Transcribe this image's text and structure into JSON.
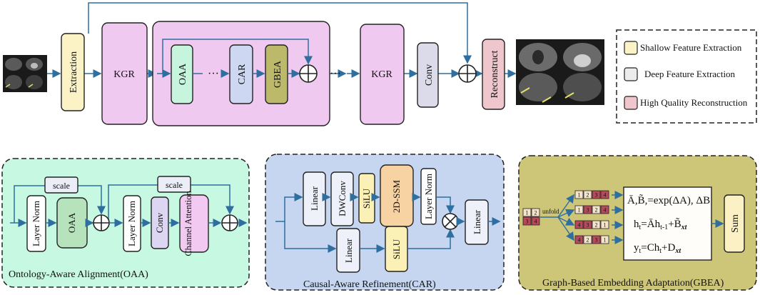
{
  "top": {
    "extraction": "Extraction",
    "kgr1": "KGR",
    "oaa": "OAA",
    "ellipsis1": "···",
    "car": "CAR",
    "gbea": "GBEA",
    "ellipsis2": "···",
    "kgr2": "KGR",
    "conv": "Conv",
    "reconstruct": "Reconstruct"
  },
  "legend": {
    "items": [
      {
        "label": "Shallow Feature Extraction",
        "color": "#fbf3c6"
      },
      {
        "label": "Deep Feature Extraction",
        "color": "#ececec"
      },
      {
        "label": "High Quality Reconstruction",
        "color": "#efc6cc"
      }
    ]
  },
  "oaa_panel": {
    "title": "Ontology-Aware Alignment(OAA)",
    "scale1": "scale",
    "scale2": "scale",
    "layer_norm1": "Layer Norm",
    "oaa": "OAA",
    "layer_norm2": "Layer Norm",
    "conv": "Conv",
    "channel_attention": "Channel Attention"
  },
  "car_panel": {
    "title": "Causal-Aware Refinement(CAR)",
    "linear1": "Linear",
    "dwconv": "DWConv",
    "silu1": "SiLU",
    "ssm": "2D-SSM",
    "layer_norm": "Layer Norm",
    "linear_out": "Linear",
    "linear2": "Linear",
    "silu2": "SiLU"
  },
  "gbea_panel": {
    "title": "Graph-Based Embedding Adaptation(GBEA)",
    "unfold": "unfold",
    "input_grid": [
      "1",
      "2",
      "3",
      "4"
    ],
    "sequences": [
      [
        "1",
        "2",
        "3",
        "4"
      ],
      [
        "1",
        "3",
        "2",
        "4"
      ],
      [
        "4",
        "3",
        "2",
        "1"
      ],
      [
        "4",
        "2",
        "3",
        "1"
      ]
    ],
    "eq1": "Ā,B̃,=exp(ΔA), ΔB",
    "eq2_main": "h",
    "eq2_sub": "t",
    "eq2_rest": "=Āh",
    "eq2_sub2": "t-1",
    "eq2_tail": "+B̃",
    "eq2_sub3": "xt",
    "eq3_main": "y",
    "eq3_sub": "t",
    "eq3_rest": "=Ch",
    "eq3_sub2": "t",
    "eq3_tail": "+D",
    "eq3_sub3": "xt",
    "sum": "Sum"
  }
}
